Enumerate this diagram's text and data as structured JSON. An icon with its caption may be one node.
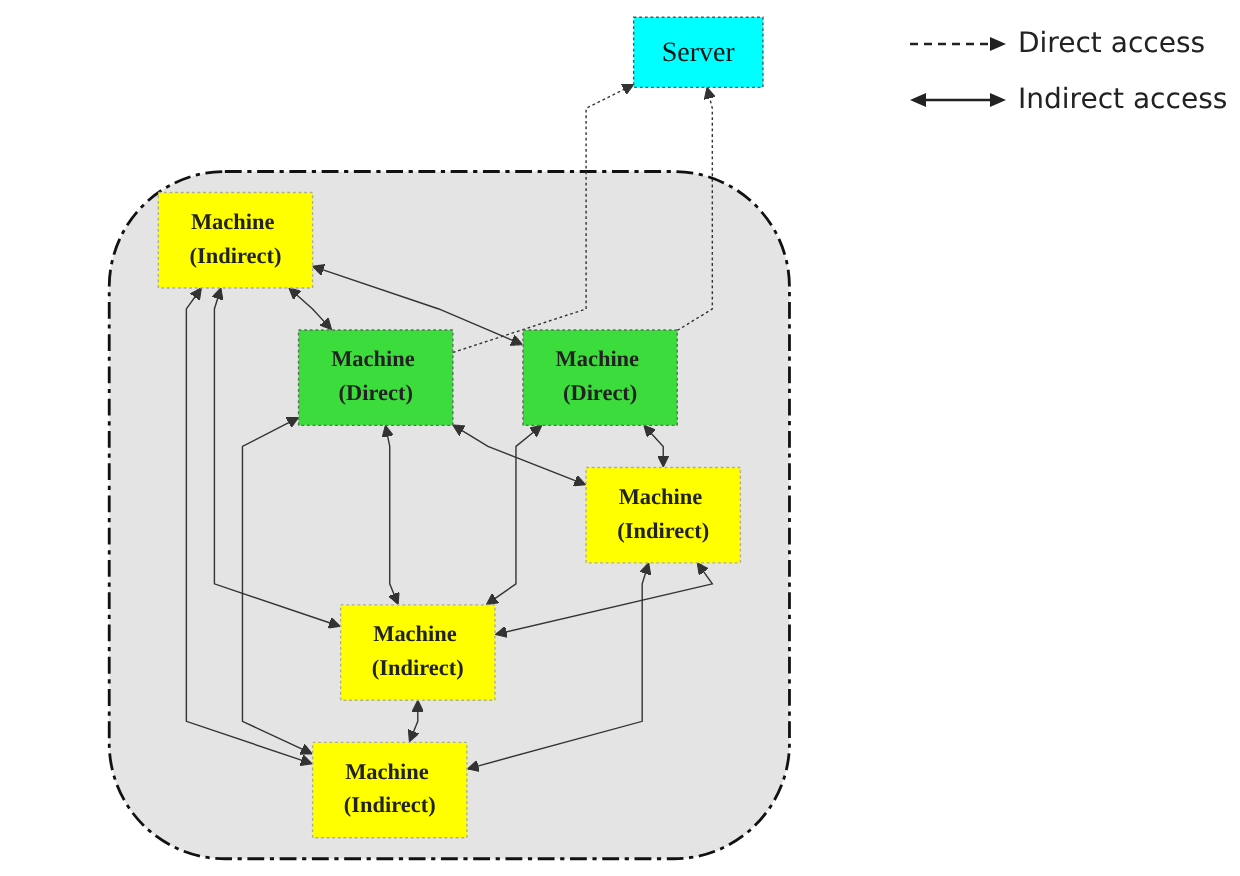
{
  "diagram": {
    "nodes": [
      {
        "text": [
          "Server"
        ]
      },
      {
        "text": [],
        "shape": "ellipse"
      },
      {
        "text": [
          "Machine (Indirect)"
        ],
        "in": 1
      },
      {
        "text": [
          "Machine (Direct)"
        ],
        "in": 1
      },
      {
        "text": [
          "Machine (Direct)"
        ],
        "in": 1
      },
      {
        "text": [
          "Machine (Indirect)"
        ],
        "in": 1
      },
      {
        "text": [
          "Machine (Indirect)"
        ],
        "in": 1
      },
      {
        "text": [
          "Machine (Indirect)"
        ],
        "in": 1
      }
    ],
    "edges": [
      {
        "from": 3,
        "to": 0,
        "arrow": "to",
        "style": "dashed"
      },
      {
        "from": 4,
        "to": 0,
        "arrow": "to",
        "style": "dashed"
      },
      {
        "from": 3,
        "to": 2,
        "arrow": "both"
      },
      {
        "from": 4,
        "to": 2,
        "arrow": "both"
      },
      {
        "from": 6,
        "to": 3,
        "arrow": "both"
      },
      {
        "from": 6,
        "to": 4,
        "arrow": "both"
      },
      {
        "from": 5,
        "to": 3,
        "arrow": "both"
      },
      {
        "from": 5,
        "to": 4,
        "arrow": "both"
      },
      {
        "from": 5,
        "to": 6,
        "arrow": "both"
      },
      {
        "from": 7,
        "to": 5,
        "arrow": "both"
      },
      {
        "from": 7,
        "to": 6,
        "arrow": "both"
      },
      {
        "from": 5,
        "to": 2,
        "arrow": "both"
      },
      {
        "from": 7,
        "to": 2,
        "arrow": "both"
      },
      {
        "from": 7,
        "to": 4,
        "arrow": "both"
      }
    ],
    "legend": [
      {
        "text": "Direct access"
      },
      {
        "text": "Indirect access"
      }
    ]
  }
}
